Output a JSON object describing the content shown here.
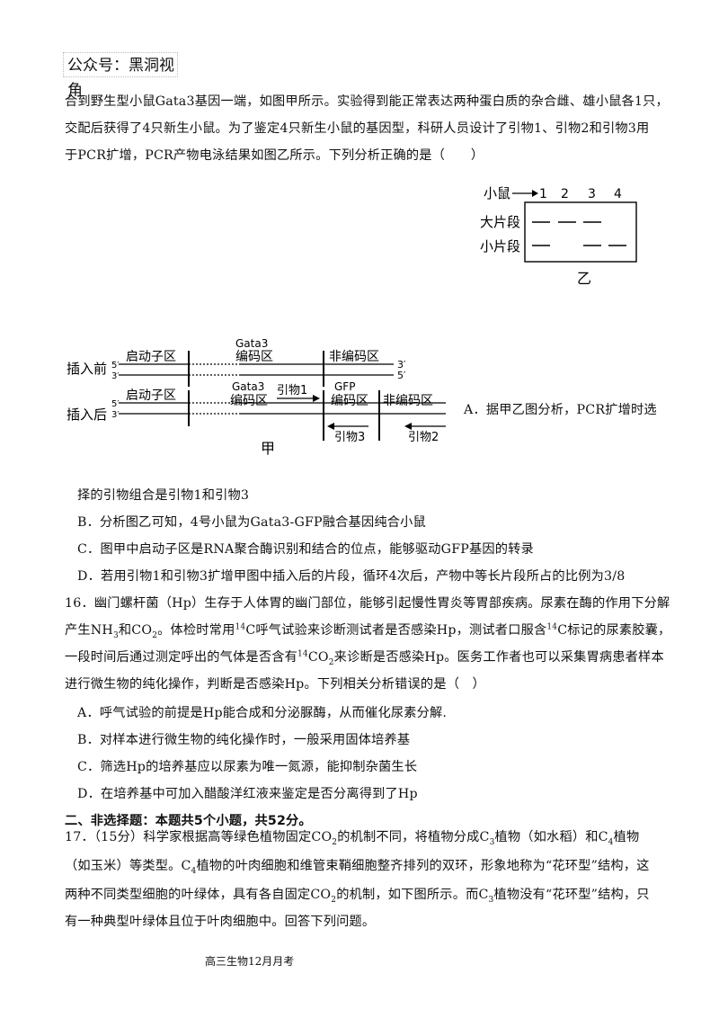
{
  "watermark": "公众号：黑洞视角",
  "q15": {
    "line1": "合到野生型小鼠Gata3基因一端，如图甲所示。实验得到能正常表达两种蛋白质的杂合雌、雄小鼠各1只，",
    "line2": "交配后获得了4只新生小鼠。为了鉴定4只新生小鼠的基因型，科研人员设计了引物1、引物2和引物3用",
    "line3": "于PCR扩增，PCR产物电泳结果如图乙所示。下列分析正确的是（　　）",
    "option_a_head": "A．据甲乙图分析，PCR扩增时选",
    "option_a_tail": "择的引物组合是引物1和引物3",
    "option_b": "B．分析图乙可知，4号小鼠为Gata3-GFP融合基因纯合小鼠",
    "option_c": "C．图甲中启动子区是RNA聚合酶识别和结合的位点，能够驱动GFP基因的转录",
    "option_d": "D．若用引物1和引物3扩增甲图中插入后的片段，循环4次后，产物中等长片段所占的比例为3/8"
  },
  "gel": {
    "mouse_label": "小鼠",
    "lanes": [
      "1",
      "2",
      "3",
      "4"
    ],
    "large_label": "大片段",
    "small_label": "小片段",
    "caption": "乙",
    "large_present": [
      true,
      true,
      true,
      false
    ],
    "small_present": [
      true,
      false,
      true,
      true
    ]
  },
  "diagram": {
    "before_label": "插入前",
    "after_label": "插入后",
    "promoter": "启动子区",
    "gata3": "Gata3",
    "coding": "编码区",
    "noncoding": "非编码区",
    "gfp": "GFP",
    "primer1": "引物1",
    "primer2": "引物2",
    "primer3": "引物3",
    "end3": "3′",
    "end5": "5′",
    "caption": "甲"
  },
  "q16": {
    "line1": "16．幽门螺杆菌（Hp）生存于人体胃的幽门部位，能够引起慢性胃炎等胃部疾病。尿素在酶的作用下分解",
    "line2_a": "产生NH",
    "sub3": "3",
    "line2_b": "和CO",
    "sub2": "2",
    "line2_c": "。体检时常用",
    "sup14": "14",
    "line2_d": "C呼气试验来诊断测试者是否感染Hp，测试者口服含",
    "line2_e": "C标记的尿素胶囊，",
    "line3_a": "一段时间后通过测定呼出的气体是否含有",
    "line3_b": "CO",
    "line3_c": "来诊断是否感染Hp。医务工作者也可以采集胃病患者样本",
    "line4": "进行微生物的纯化操作，判断是否感染Hp。下列相关分析错误的是（　）",
    "option_a": "A．呼气试验的前提是Hp能合成和分泌脲酶，从而催化尿素分解.",
    "option_b": "B．对样本进行微生物的纯化操作时，一般采用固体培养基",
    "option_c": "C．筛选Hp的培养基应以尿素为唯一氮源，能抑制杂菌生长",
    "option_d": "D．在培养基中可加入醋酸洋红液来鉴定是否分离得到了Hp"
  },
  "section2": "二、非选择题：本题共5个小题，共52分。",
  "q17": {
    "line1_a": "17．（15分）科学家根据高等绿色植物固定CO",
    "line1_b": "的机制不同，将植物分成C",
    "line1_c": "植物（如水稻）和C",
    "line1_d": "植物",
    "sub4": "4",
    "line2_a": "（如玉米）等类型。C",
    "line2_b": "植物的叶肉细胞和维管束鞘细胞整齐排列的双环，形象地称为“花环型”结构，这",
    "line3_a": "两种不同类型细胞的叶绿体，具有各自固定CO",
    "line3_b": "的机制，如下图所示。而C",
    "line3_c": "植物没有“花环型”结构，只",
    "line4": "有一种典型叶绿体且位于叶肉细胞中。回答下列问题。"
  },
  "footer": "高三生物12月月考"
}
